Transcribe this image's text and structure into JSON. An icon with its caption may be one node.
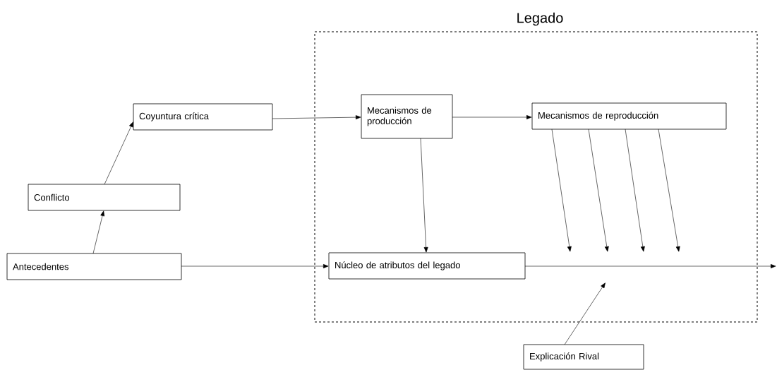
{
  "diagram": {
    "nodes": [
      {
        "text": [
          "Legado"
        ]
      },
      {
        "text": [
          "Antecedentes"
        ]
      },
      {
        "text": [
          "Conflicto"
        ]
      },
      {
        "text": [
          "Coyuntura crítica"
        ]
      },
      {
        "text": [
          "Mecanismos de producción"
        ],
        "in": 0
      },
      {
        "text": [
          "Mecanismos de reproducción"
        ],
        "in": 0
      },
      {
        "text": [
          "Núcleo de atributos del legado"
        ],
        "in": 0
      },
      {
        "text": [
          "Explicación Rival"
        ]
      }
    ],
    "edges": [
      {
        "from": 1,
        "to": 2,
        "arrow": "to"
      },
      {
        "from": 2,
        "to": 3,
        "arrow": "to"
      },
      {
        "from": 3,
        "to": 4,
        "arrow": "to"
      },
      {
        "from": 4,
        "to": 5,
        "arrow": "to"
      },
      {
        "from": 4,
        "to": 6,
        "arrow": "to"
      },
      {
        "from": 1,
        "to": 6,
        "arrow": "to"
      },
      {
        "from": 5,
        "to": null,
        "arrow": "to"
      },
      {
        "from": 5,
        "to": null,
        "arrow": "to"
      },
      {
        "from": 5,
        "to": null,
        "arrow": "to"
      },
      {
        "from": 5,
        "to": null,
        "arrow": "to"
      },
      {
        "from": 6,
        "to": null,
        "arrow": "to"
      },
      {
        "from": 7,
        "to": null,
        "arrow": "to"
      }
    ]
  }
}
